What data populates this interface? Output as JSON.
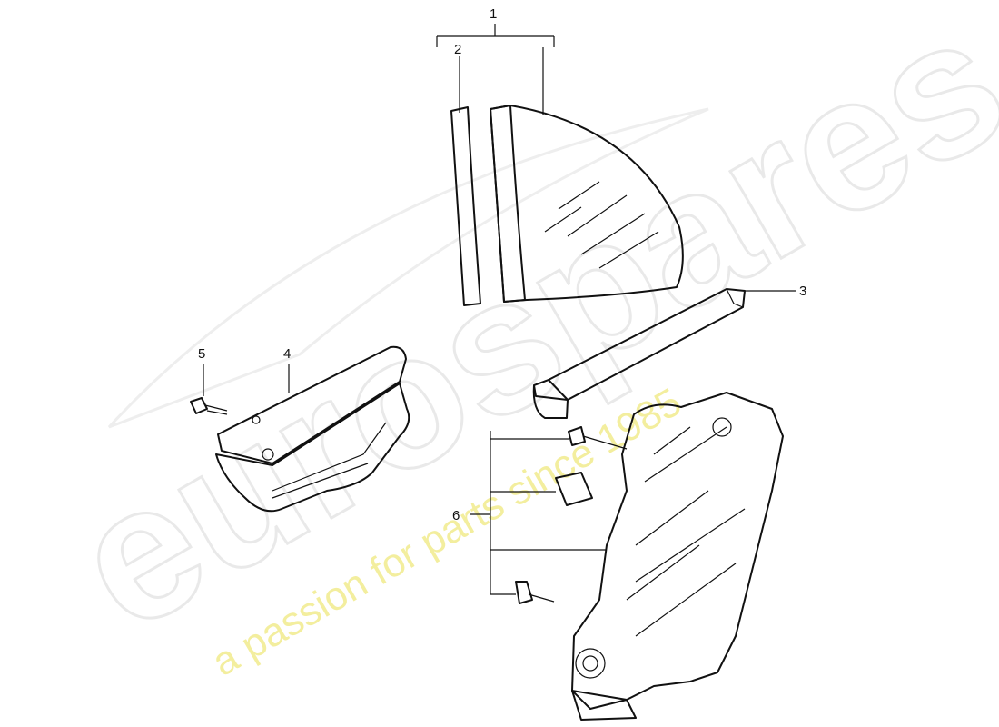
{
  "watermark": {
    "brand": "eurospares",
    "tagline": "a passion for parts since 1985"
  },
  "callouts": [
    {
      "id": "callout-1",
      "text": "1"
    },
    {
      "id": "callout-2",
      "text": "2"
    },
    {
      "id": "callout-3",
      "text": "3"
    },
    {
      "id": "callout-4",
      "text": "4"
    },
    {
      "id": "callout-5",
      "text": "5"
    },
    {
      "id": "callout-6",
      "text": "6"
    }
  ],
  "colors": {
    "line": "#111111",
    "watermark_outline": "#e9e9e9",
    "watermark_tagline": "#f3ee9e",
    "background": "#ffffff"
  }
}
